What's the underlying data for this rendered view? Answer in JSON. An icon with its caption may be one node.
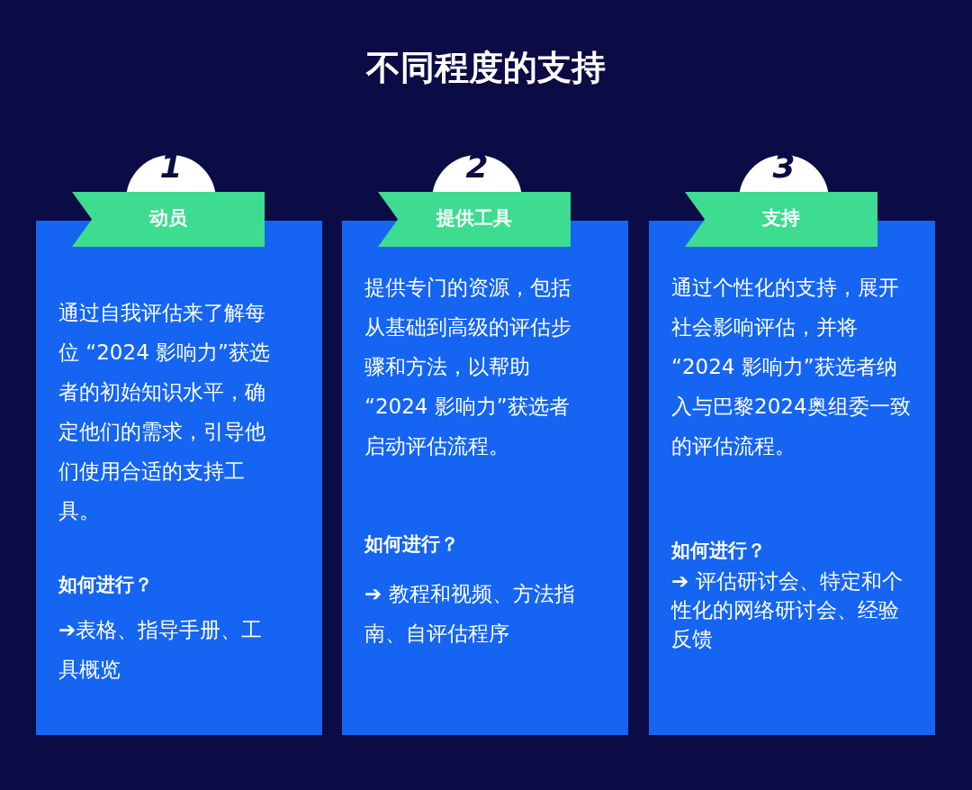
{
  "diagram": {
    "title": "不同程度的支持",
    "nodes": [
      {
        "text": [
          "1"
        ]
      },
      {
        "text": [
          "动员"
        ]
      },
      {
        "text": [
          "通过自我评估来了解每位 “2024 影响力”获选者的初始知识水平，确定他们的需求，引导他们使用合适的支持工具。",
          "如何进行？",
          "➔表格、指导手册、工具概览"
        ]
      },
      {
        "text": [
          "2"
        ]
      },
      {
        "text": [
          "提供工具"
        ]
      },
      {
        "text": [
          "提供专门的资源，包括从基础到高级的评估步骤和方法，以帮助 “2024 影响力”获选者启动评估流程。",
          "如何进行？",
          "➔ 教程和视频、方法指南、自评估程序"
        ]
      },
      {
        "text": [
          "3"
        ]
      },
      {
        "text": [
          "支持"
        ]
      },
      {
        "text": [
          "通过个性化的支持，展开社会影响评估，并将 “2024 影响力”获选者纳入与巴黎2024奥组委一致的评估流程。",
          "如何进行？",
          "➔ 评估研讨会、特定和个性化的网络研讨会、经验反馈"
        ]
      }
    ]
  }
}
